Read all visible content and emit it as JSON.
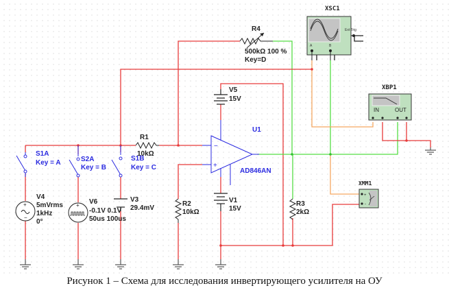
{
  "components": {
    "S1A": {
      "name": "S1A",
      "key": "Key = A"
    },
    "S2A": {
      "name": "S2A",
      "key": "Key = B"
    },
    "S1B": {
      "name": "S1B",
      "key": "Key = C"
    },
    "R1": {
      "name": "R1",
      "value": "10kΩ"
    },
    "R2": {
      "name": "R2",
      "value": "10kΩ"
    },
    "R3": {
      "name": "R3",
      "value": "2kΩ"
    },
    "R4": {
      "name": "R4",
      "value": "500kΩ  100 %",
      "key": "Key=D"
    },
    "V1": {
      "name": "V1",
      "value": "15V"
    },
    "V3": {
      "name": "V3",
      "value": "29.4mV"
    },
    "V4": {
      "name": "V4",
      "line1": "5mVrms",
      "line2": "1kHz",
      "line3": "0°"
    },
    "V5": {
      "name": "V5",
      "value": "15V"
    },
    "V6": {
      "name": "V6",
      "line1": "-0.1V 0.1V",
      "line2": "50us 100us"
    },
    "U1": {
      "name": "U1",
      "model": "AD846AN"
    },
    "XSC1": {
      "name": "XSC1",
      "ext_trig": "Ext Trig",
      "ch_a": "A",
      "ch_b": "B"
    },
    "XBP1": {
      "name": "XBP1",
      "in": "IN",
      "out": "OUT"
    },
    "XMM1": {
      "name": "XMM1"
    }
  },
  "colors": {
    "wire_red": "#e83a3a",
    "wire_green": "#55dd44",
    "wire_orange": "#f5a862",
    "component_blue": "#2a2ae0",
    "instrument_green": "#bfe0bf"
  },
  "caption": "Рисунок 1 – Схема для исследования инвертирующего усилителя на ОУ"
}
